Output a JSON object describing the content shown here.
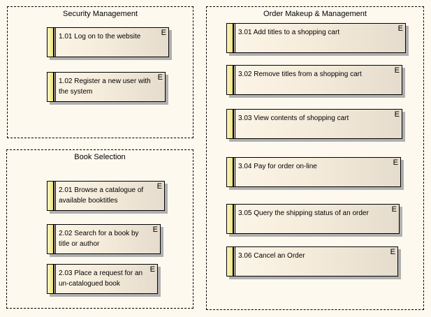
{
  "packages": [
    {
      "title": "Security Management",
      "components": [
        {
          "label": "1.01 Log on to the website",
          "icon": "E"
        },
        {
          "label": "1.02 Register a new user with the system",
          "icon": "E"
        }
      ]
    },
    {
      "title": "Book Selection",
      "components": [
        {
          "label": "2.01 Browse a catalogue of available booktitles",
          "icon": "E"
        },
        {
          "label": "2.02 Search for a book by title or author",
          "icon": "E"
        },
        {
          "label": "2.03 Place a request for an un-catalogued book",
          "icon": "E"
        }
      ]
    },
    {
      "title": "Order Makeup & Management",
      "components": [
        {
          "label": "3.01 Add titles to a shopping cart",
          "icon": "E"
        },
        {
          "label": "3.02 Remove titles from a shopping cart",
          "icon": "E"
        },
        {
          "label": "3.03 View contents of shopping cart",
          "icon": "E"
        },
        {
          "label": "3.04 Pay for order on-line",
          "icon": "E"
        },
        {
          "label": "3.05 Query the shipping status of an order",
          "icon": "E"
        },
        {
          "label": "3.06 Cancel an Order",
          "icon": "E"
        }
      ]
    }
  ],
  "colors": {
    "background": "#fdf9ef",
    "strip": "#efe27a",
    "shadow": "#b0b0b0"
  }
}
